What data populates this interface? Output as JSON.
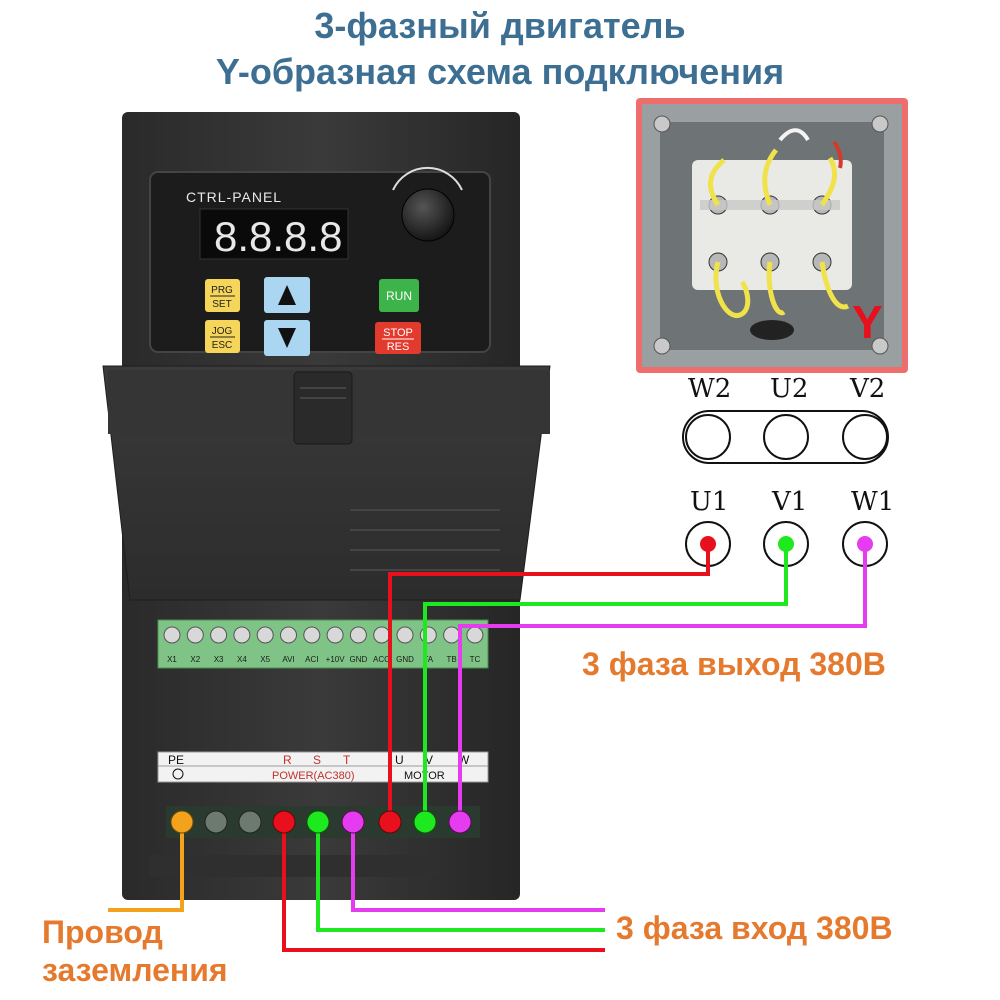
{
  "title": {
    "line1": "3-фазный двигатель",
    "line2": "Y-образная схема подключения"
  },
  "vfd": {
    "panel_label": "CTRL-PANEL",
    "display_text": "8.8.8.8",
    "buttons": {
      "prg": "PRG",
      "set": "SET",
      "jog": "JOG",
      "esc": "ESC",
      "run": "RUN",
      "stop": "STOP",
      "res": "RES"
    },
    "control_terminals": [
      "X1",
      "X2",
      "X3",
      "X4",
      "X5",
      "AVI",
      "ACI",
      "+10V",
      "GND",
      "ACO",
      "GND",
      "TA",
      "TB",
      "TC"
    ],
    "power_strip": {
      "pe": "PE",
      "r": "R",
      "s": "S",
      "t": "T",
      "u": "U",
      "v": "V",
      "w": "W",
      "power_label": "POWER(AC380)",
      "motor_label": "MOTOR"
    }
  },
  "motor_photo": {
    "y_mark": "Y"
  },
  "scheme": {
    "top_row": [
      "W2",
      "U2",
      "V2"
    ],
    "bottom_row": [
      "U1",
      "V1",
      "W1"
    ]
  },
  "labels": {
    "output": "3 фаза выход 380В",
    "input": "3 фаза вход 380В",
    "ground_line1": "Провод",
    "ground_line2": "заземления"
  },
  "colors": {
    "phase_u": "#e8101c",
    "phase_v": "#1ee81e",
    "phase_w": "#e43cee",
    "ground": "#f3a21c",
    "title": "#3d6f93",
    "label": "#e57a2e"
  }
}
